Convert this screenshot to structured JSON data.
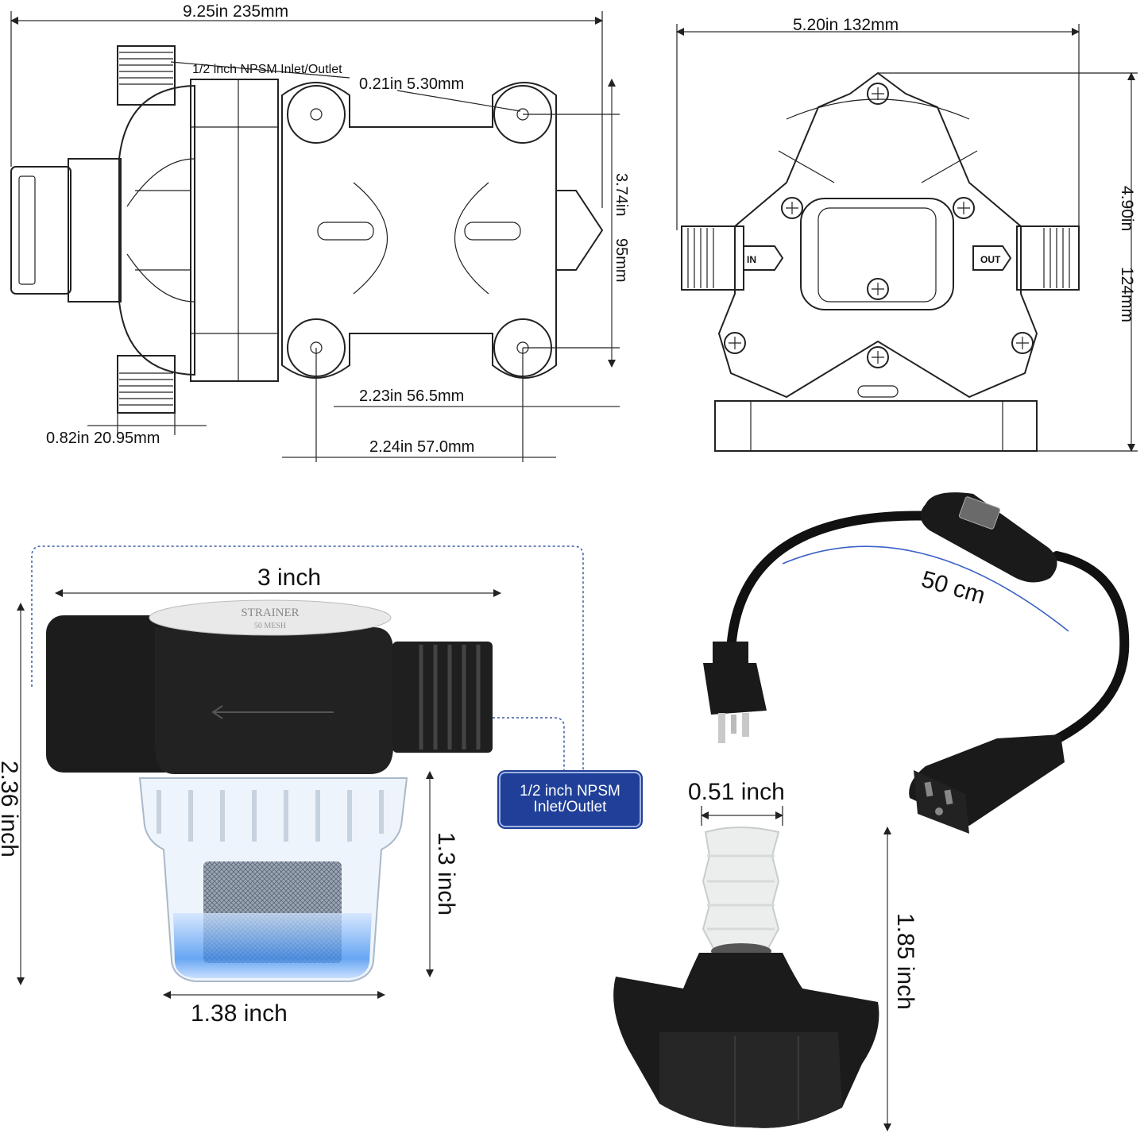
{
  "pump_side_view": {
    "overall_length": "9.25in   235mm",
    "port_callout": "1/2 inch NPSM Inlet/Outlet",
    "mount_hole": "0.21in   5.30mm",
    "mount_height_in": "3.74in",
    "mount_height_mm": "95mm",
    "mount_spacing_a": "2.23in   56.5mm",
    "port_width": "0.82in   20.95mm",
    "mount_spacing_b": "2.24in   57.0mm"
  },
  "pump_front_view": {
    "width": "5.20in   132mm",
    "height_in": "4.90in",
    "height_mm": "124mm",
    "in_label": "IN",
    "out_label": "OUT"
  },
  "strainer": {
    "cap_text": "STRAINER",
    "mesh_text": "50 MESH",
    "length": "3 inch",
    "height": "2.36 inch",
    "bowl_height": "1.3 inch",
    "bowl_width": "1.38 inch",
    "port_label_line1": "1/2 inch NPSM",
    "port_label_line2": "Inlet/Outlet"
  },
  "power_cord": {
    "length": "50 cm"
  },
  "hose_adapter": {
    "barb_diameter": "0.51 inch",
    "height": "1.85 inch"
  }
}
